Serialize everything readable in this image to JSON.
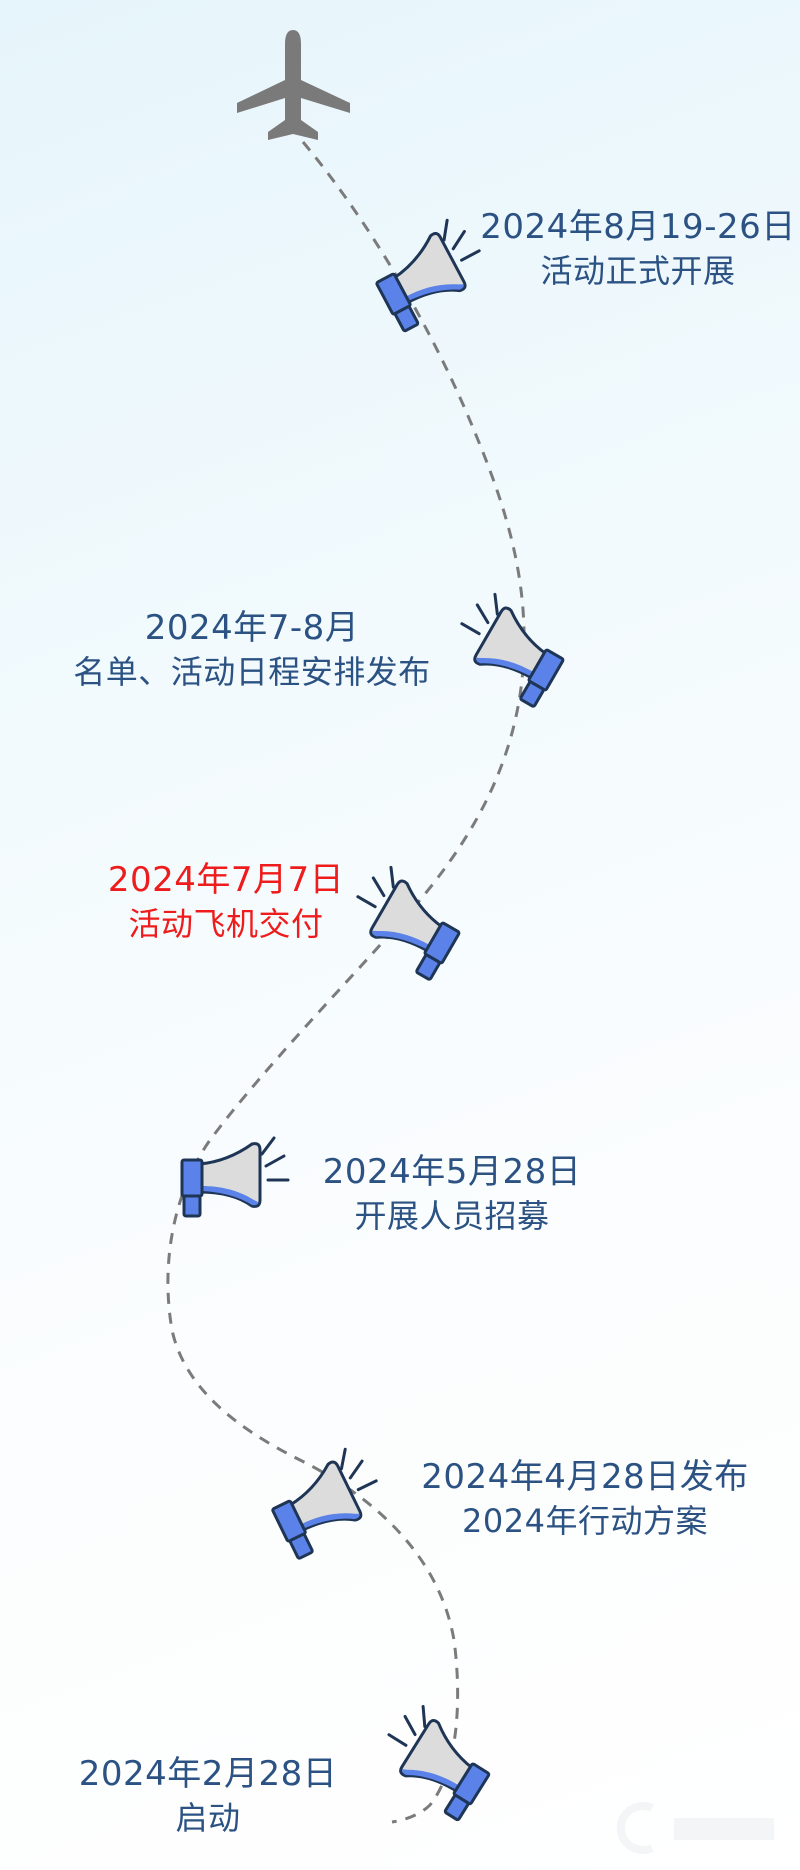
{
  "diagram": {
    "type": "timeline",
    "direction": "bottom-to-top",
    "top_icon": "airplane-icon",
    "marker_icon": "megaphone-icon",
    "path_style": "dashed-curve",
    "colors": {
      "text": "#2b5283",
      "highlight_text": "#ee1c1c",
      "path": "#7b7b7b",
      "airplane": "#7a7a7a",
      "megaphone_handle": "#5b82e8",
      "megaphone_cone": "#dcdcdc",
      "megaphone_outline": "#1e3556",
      "background_top": "#e6f5fb",
      "background_bottom": "#ffffff"
    }
  },
  "milestones": [
    {
      "date": "2024年8月19-26日",
      "desc": "活动正式开展",
      "highlight": false
    },
    {
      "date": "2024年7-8月",
      "desc": "名单、活动日程安排发布",
      "highlight": false
    },
    {
      "date": "2024年7月7日",
      "desc": "活动飞机交付",
      "highlight": true
    },
    {
      "date": "2024年5月28日",
      "desc": "开展人员招募",
      "highlight": false
    },
    {
      "date": "2024年4月28日发布",
      "desc": "2024年行动方案",
      "highlight": false
    },
    {
      "date": "2024年2月28日",
      "desc": "启动",
      "highlight": false
    }
  ],
  "watermark": {
    "icon": "news-logo-watermark"
  }
}
